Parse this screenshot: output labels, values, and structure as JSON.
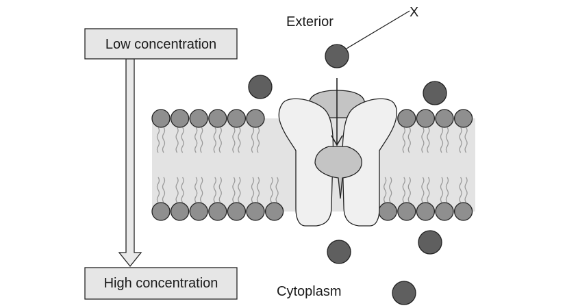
{
  "labels": {
    "low": "Low concentration",
    "high": "High concentration",
    "exterior": "Exterior",
    "cytoplasm": "Cytoplasm",
    "marker": "X"
  },
  "colors": {
    "box_fill": "#e6e6e6",
    "membrane_band": "#e3e3e3",
    "phospholipid_head": "#8f8f8f",
    "tail": "#9a9a9a",
    "protein_fill": "#f0f0f0",
    "protein_core": "#c4c4c4",
    "molecule": "#5f5f5f",
    "outline": "#222222"
  }
}
